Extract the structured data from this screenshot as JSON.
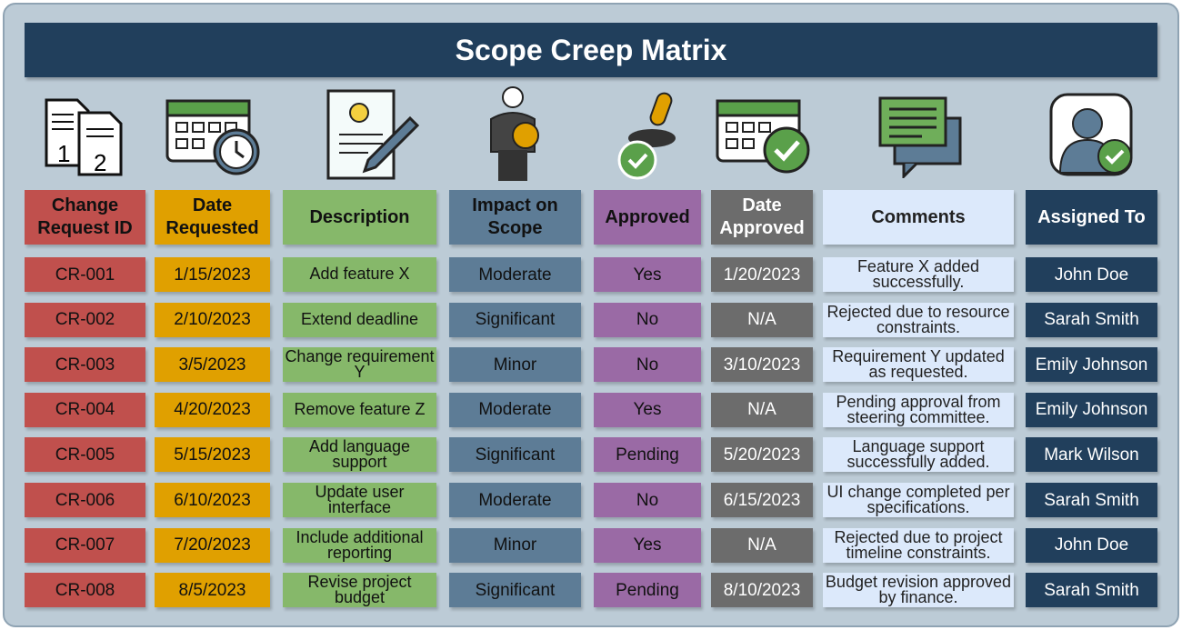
{
  "title": "Scope Creep Matrix",
  "icons": [
    "documents-icon",
    "calendar-clock-icon",
    "idea-document-icon",
    "businessman-compass-icon",
    "approval-stamp-icon",
    "calendar-check-icon",
    "comments-icon",
    "user-check-icon"
  ],
  "headers": [
    "Change Request ID",
    "Date Requested",
    "Description",
    "Impact on Scope",
    "Approved",
    "Date Approved",
    "Comments",
    "Assigned To"
  ],
  "rows": [
    [
      "CR-001",
      "1/15/2023",
      "Add feature X",
      "Moderate",
      "Yes",
      "1/20/2023",
      "Feature X added successfully.",
      "John Doe"
    ],
    [
      "CR-002",
      "2/10/2023",
      "Extend deadline",
      "Significant",
      "No",
      "N/A",
      "Rejected due to resource constraints.",
      "Sarah Smith"
    ],
    [
      "CR-003",
      "3/5/2023",
      "Change requirement Y",
      "Minor",
      "No",
      "3/10/2023",
      "Requirement Y updated as requested.",
      "Emily Johnson"
    ],
    [
      "CR-004",
      "4/20/2023",
      "Remove feature Z",
      "Moderate",
      "Yes",
      "N/A",
      "Pending approval from steering committee.",
      "Emily Johnson"
    ],
    [
      "CR-005",
      "5/15/2023",
      "Add language support",
      "Significant",
      "Pending",
      "5/20/2023",
      "Language support successfully added.",
      "Mark Wilson"
    ],
    [
      "CR-006",
      "6/10/2023",
      "Update user interface",
      "Moderate",
      "No",
      "6/15/2023",
      "UI change completed per specifications.",
      "Sarah Smith"
    ],
    [
      "CR-007",
      "7/20/2023",
      "Include additional reporting",
      "Minor",
      "Yes",
      "N/A",
      "Rejected due to project timeline constraints.",
      "John Doe"
    ],
    [
      "CR-008",
      "8/5/2023",
      "Revise project budget",
      "Significant",
      "Pending",
      "8/10/2023",
      "Budget revision approved by finance.",
      "Sarah Smith"
    ]
  ]
}
